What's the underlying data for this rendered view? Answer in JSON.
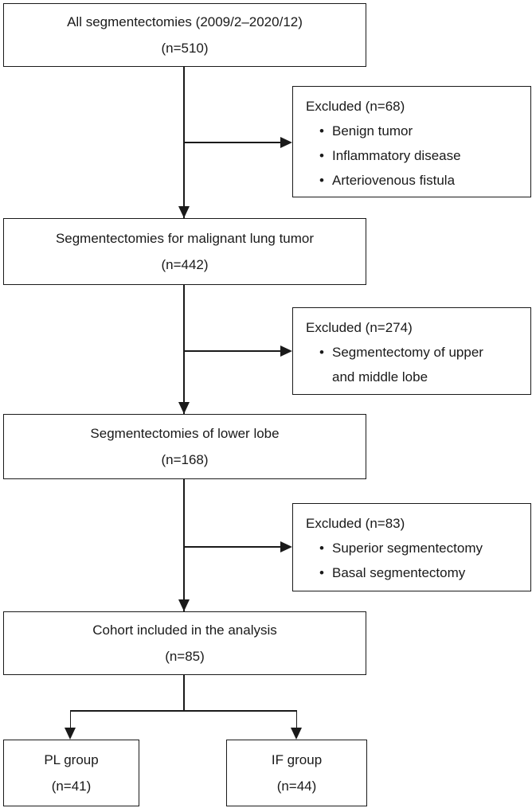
{
  "diagram": {
    "type": "flowchart",
    "bullet_char": "•",
    "colors": {
      "line": "#1a1a1a",
      "text": "#1a1a1a",
      "background": "#ffffff"
    },
    "nodes": {
      "all_segmentectomies": {
        "line1": "All segmentectomies (2009/2–2020/12)",
        "line2": "(n=510)"
      },
      "excluded_1": {
        "title": "Excluded (n=68)",
        "bullets": [
          "Benign tumor",
          "Inflammatory disease",
          "Arteriovenous fistula"
        ]
      },
      "malignant": {
        "line1": "Segmentectomies for malignant lung tumor",
        "line2": "(n=442)"
      },
      "excluded_2": {
        "title": "Excluded (n=274)",
        "bullets": [
          "Segmentectomy of upper and middle lobe"
        ]
      },
      "lower_lobe": {
        "line1": "Segmentectomies of lower lobe",
        "line2": "(n=168)"
      },
      "excluded_3": {
        "title": "Excluded (n=83)",
        "bullets": [
          "Superior segmentectomy",
          "Basal segmentectomy"
        ]
      },
      "cohort": {
        "line1": "Cohort included in the analysis",
        "line2": "(n=85)"
      },
      "pl_group": {
        "line1": "PL group",
        "line2": "(n=41)"
      },
      "if_group": {
        "line1": "IF group",
        "line2": "(n=44)"
      }
    }
  }
}
